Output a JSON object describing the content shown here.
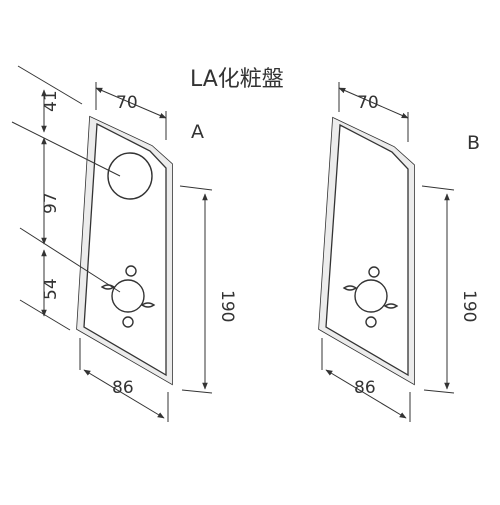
{
  "title": "LA化粧盤",
  "variant_a": {
    "label": "A",
    "width_top": "70",
    "width_bottom": "86",
    "height": "190",
    "offset_top": "41",
    "hole_spacing": "97",
    "offset_bottom": "54"
  },
  "variant_b": {
    "label": "B",
    "width_top": "70",
    "width_bottom": "86",
    "height": "190"
  }
}
